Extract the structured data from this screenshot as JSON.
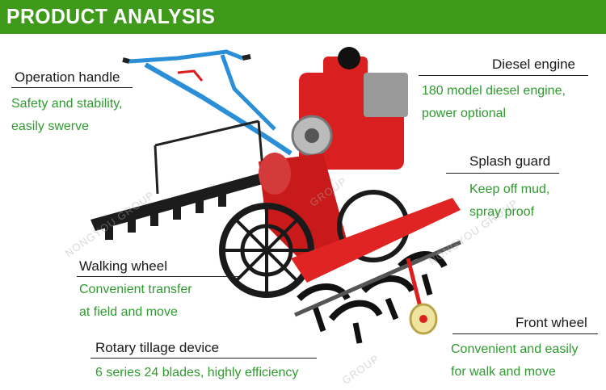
{
  "header": {
    "title": "PRODUCT ANALYSIS"
  },
  "callouts": {
    "operation_handle": {
      "label": "Operation handle",
      "desc1": "Safety and stability,",
      "desc2": "easily swerve"
    },
    "diesel_engine": {
      "label": "Diesel engine",
      "desc1": "180 model diesel engine,",
      "desc2": "power optional"
    },
    "splash_guard": {
      "label": "Splash guard",
      "desc1": "Keep off mud,",
      "desc2": "spray proof"
    },
    "walking_wheel": {
      "label": "Walking wheel",
      "desc1": "Convenient transfer",
      "desc2": "at field and move"
    },
    "front_wheel": {
      "label": "Front wheel",
      "desc1": "Convenient and easily",
      "desc2": "for walk and move"
    },
    "rotary_tillage": {
      "label": "Rotary tillage device",
      "desc1": "6 series 24 blades, highly efficiency"
    }
  },
  "watermarks": [
    "NONGYOU GROUP",
    "NONGYOU GROUP",
    "GROUP",
    "GROUP"
  ],
  "colors": {
    "header_bg": "#3f9a1c",
    "desc_text": "#2e9b2e",
    "machine_red": "#d91f1f",
    "handle_blue": "#2a8fd6"
  }
}
